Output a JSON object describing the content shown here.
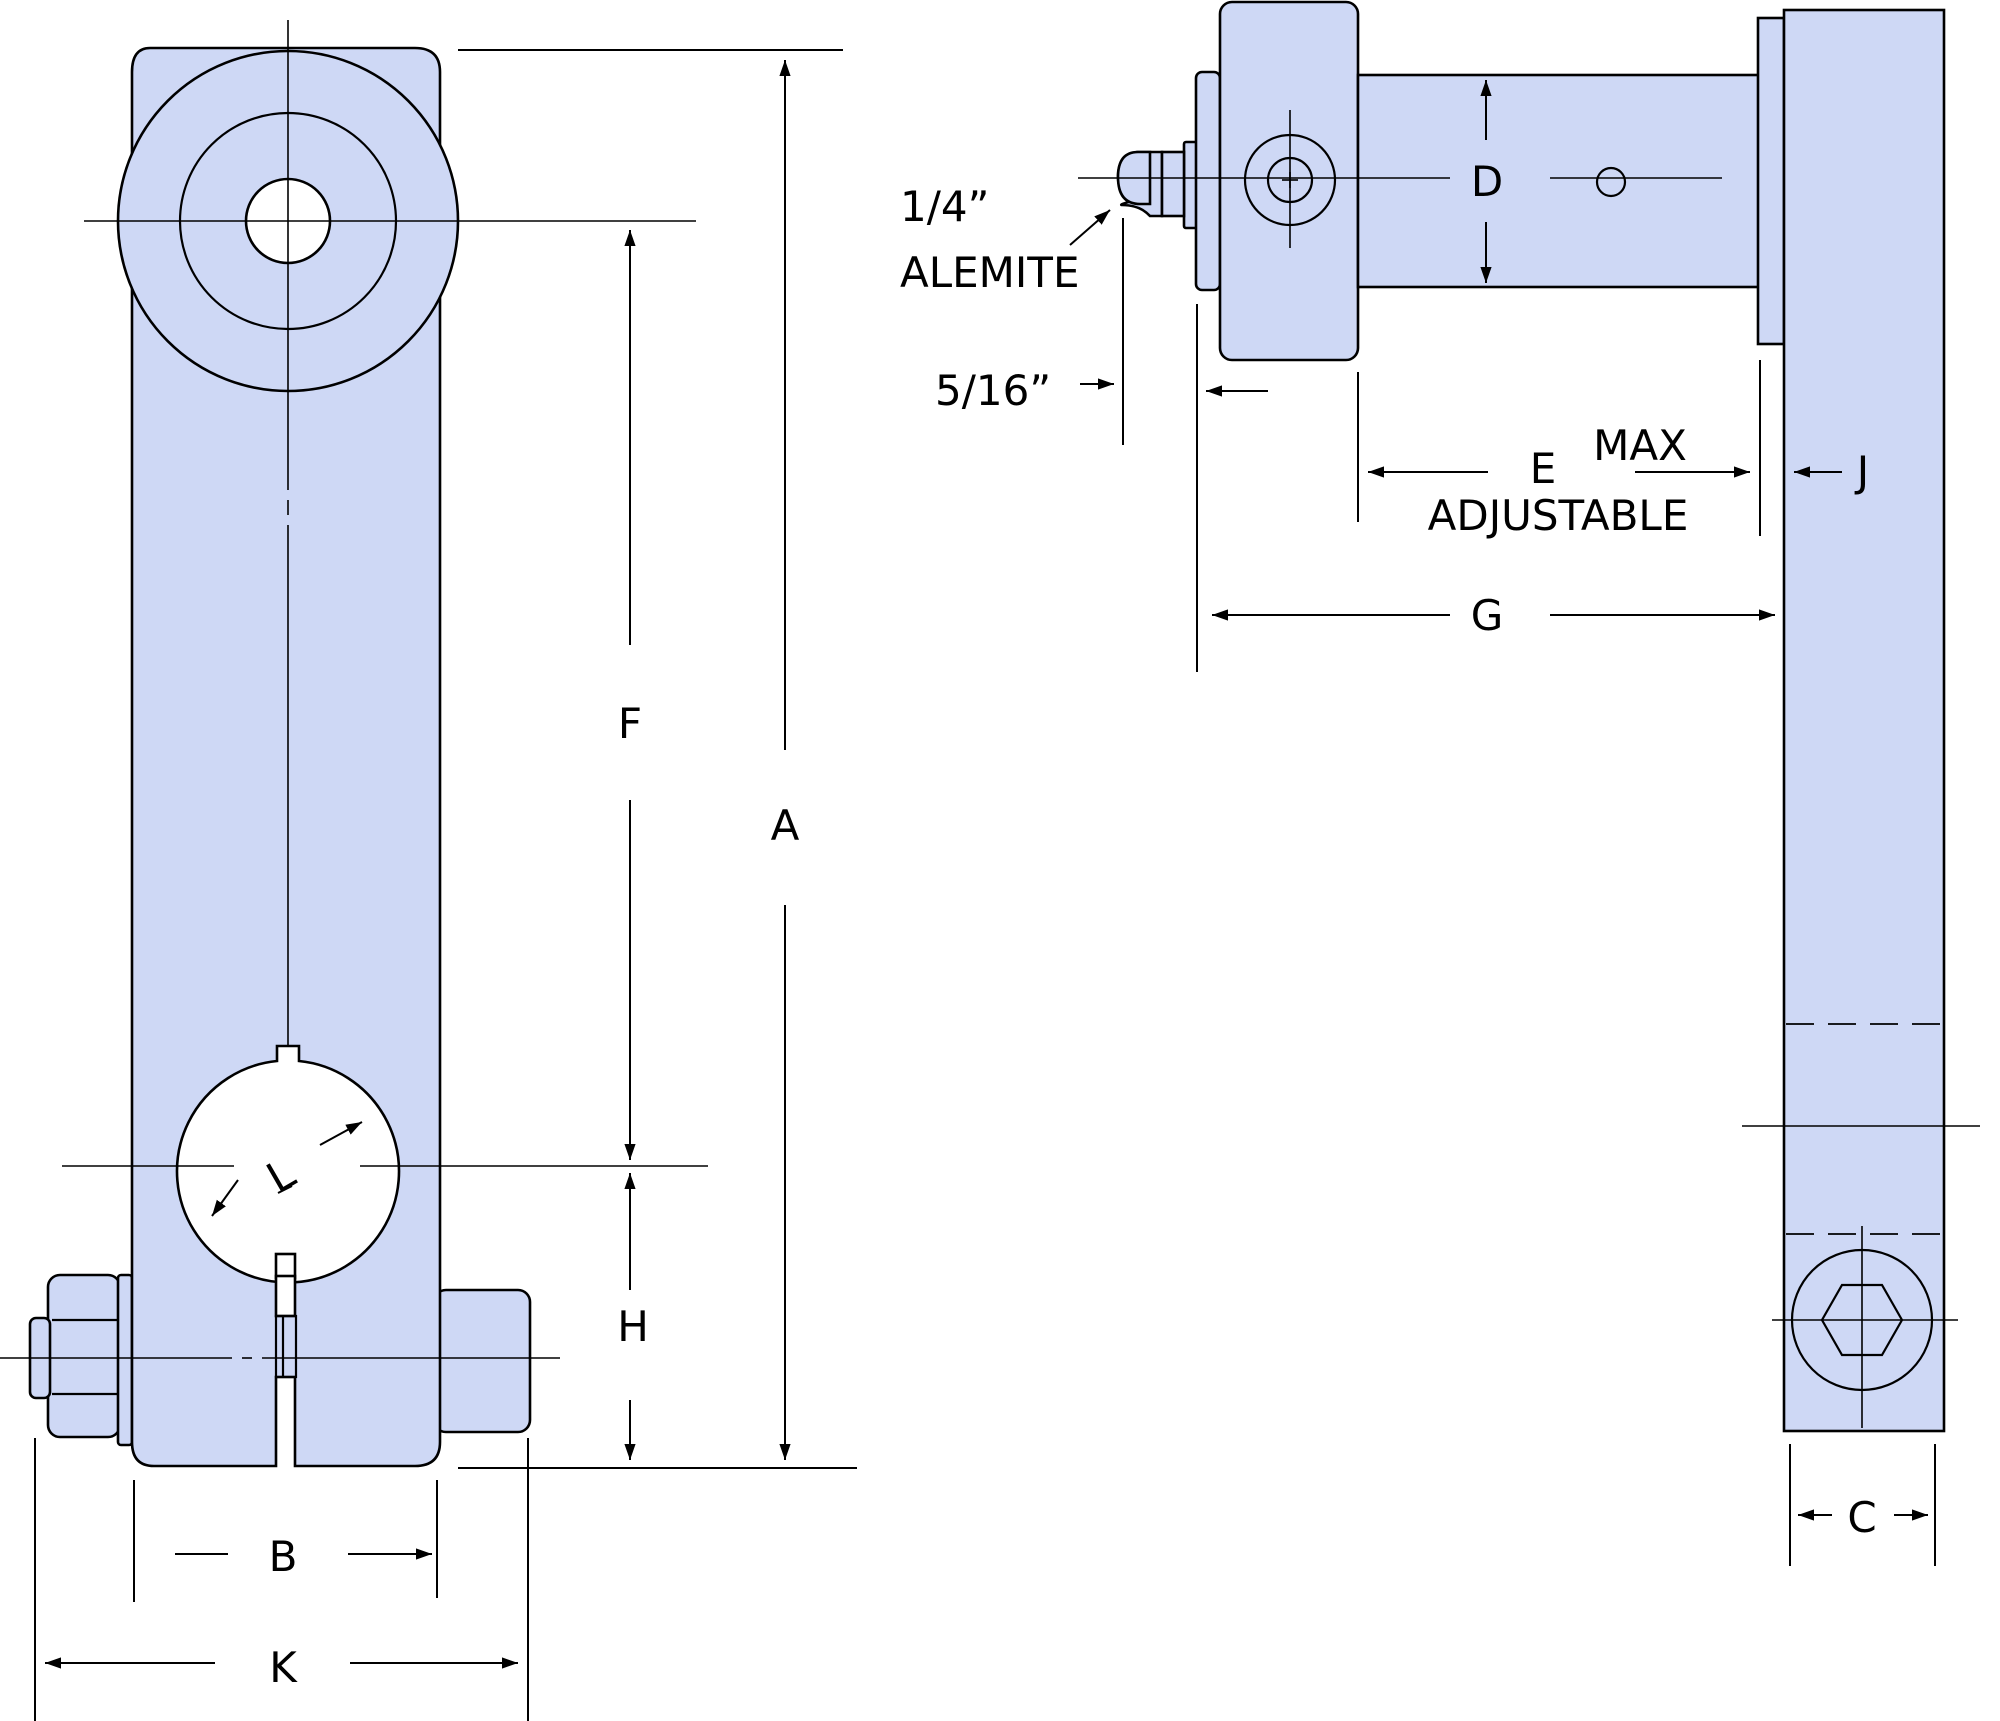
{
  "labels": {
    "A": "A",
    "B": "B",
    "C": "C",
    "D": "D",
    "E": "E",
    "F": "F",
    "G": "G",
    "H": "H",
    "J": "J",
    "K": "K",
    "L": "L",
    "max": "MAX",
    "adjustable": "ADJUSTABLE",
    "fitting_size": "1/4”",
    "fitting_name": "ALEMITE",
    "offset": "5/16”"
  },
  "colors": {
    "part_fill": "#ced8f5",
    "line": "#000000",
    "background": "#ffffff"
  }
}
